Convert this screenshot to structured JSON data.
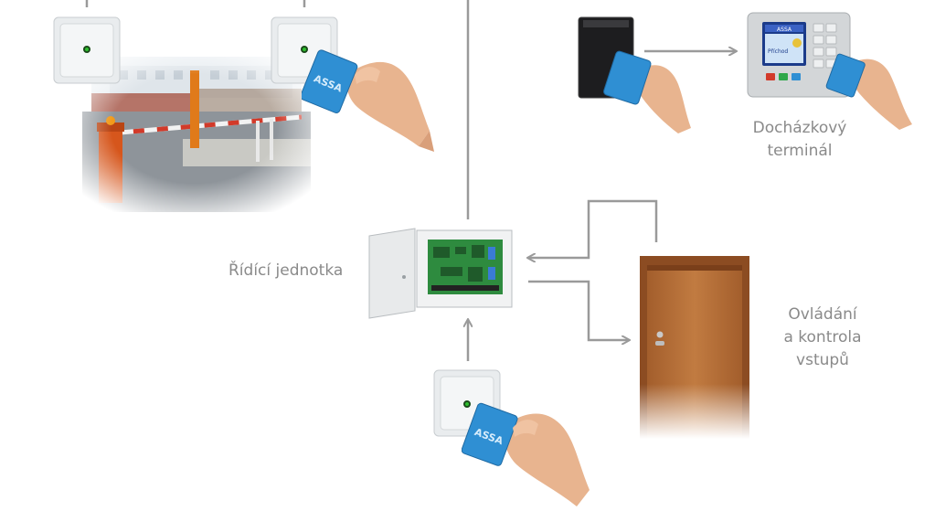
{
  "labels": {
    "control_unit": "Řídící jednotka",
    "attendance_terminal": [
      "Docházkový",
      "terminál"
    ],
    "access_control": [
      "Ovládání",
      "a kontrola",
      "vstupů"
    ]
  },
  "terminal_screen": {
    "header": "ASSA",
    "status": "Příchod"
  },
  "card": {
    "text": "ASSA"
  },
  "colors": {
    "connector": "#9a9a9a",
    "reader_body": "#eef1f2",
    "card_blue": "#2f8fd3",
    "door_wood": "#b9703a",
    "pcb_green": "#2e8b3f",
    "led_green": "#2fbf2f"
  },
  "icons": [
    "wall-card-reader-icon",
    "hand-holding-card-icon",
    "parking-barrier-icon",
    "black-proximity-reader-icon",
    "attendance-terminal-icon",
    "control-cabinet-icon",
    "wooden-door-icon"
  ]
}
